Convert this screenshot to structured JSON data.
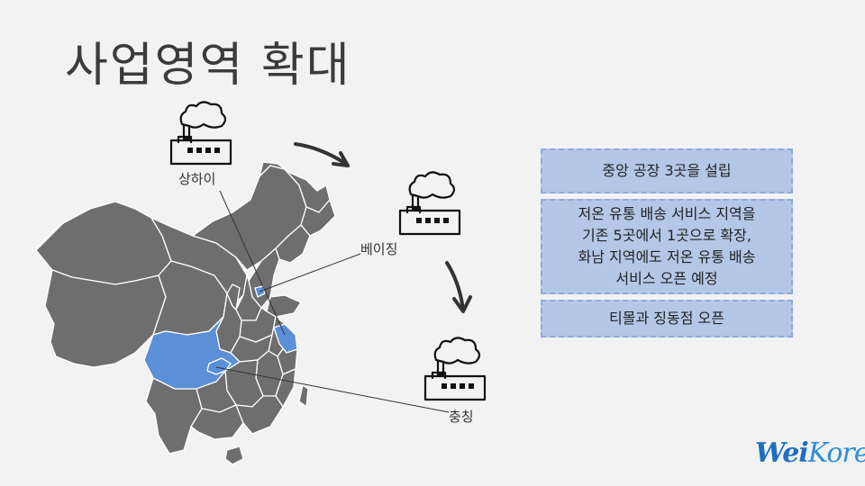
{
  "title": "사업영역 확대",
  "cities": {
    "shanghai": "상하이",
    "beijing": "베이징",
    "chongqing": "충칭"
  },
  "info_boxes": [
    "중앙 공장 3곳을 설립",
    "저온 유통 배송 서비스 지역을\n기존 5곳에서 1곳으로 확장,\n화남 지역에도 저온 유통 배송\n서비스 오픈 예정",
    "티몰과 징동점 오픈"
  ],
  "logo": {
    "part1": "Wei",
    "part2": "Korea"
  },
  "colors": {
    "map_fill": "#6e6e6e",
    "map_border": "#ffffff",
    "highlight": "#5b8fd6",
    "box_fill": "#b4c7e7",
    "box_border": "#8faadc"
  },
  "icons": [
    "factory-icon",
    "arrow-icon"
  ]
}
